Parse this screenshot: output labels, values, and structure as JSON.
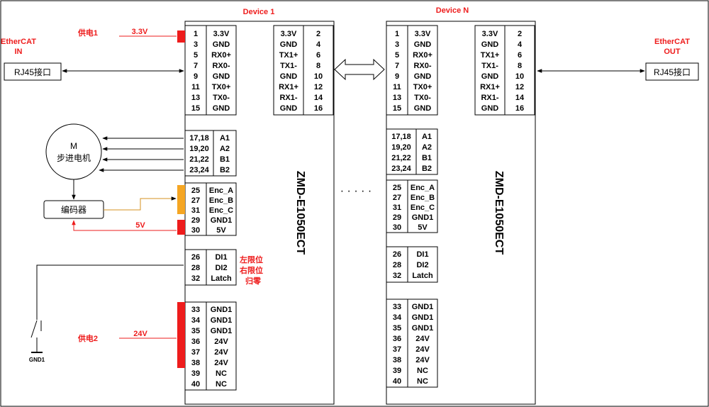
{
  "devices": [
    {
      "title": "Device 1",
      "model": "ZMD-E1050ECT"
    },
    {
      "title": "Device N",
      "model": "ZMD-E1050ECT"
    }
  ],
  "ethercat_in": {
    "line1": "EtherCAT",
    "line2": "IN"
  },
  "ethercat_out": {
    "line1": "EtherCAT",
    "line2": "OUT"
  },
  "rj45_label": "RJ45接口",
  "motor": {
    "letter": "M",
    "name": "步进电机"
  },
  "encoder_label": "编码器",
  "power1": {
    "label": "供电1",
    "voltage": "3.3V"
  },
  "power2": {
    "label": "供电2",
    "voltage": "24V"
  },
  "enc_voltage": "5V",
  "limits": [
    "左限位",
    "右限位",
    "归零"
  ],
  "switch_label": "GND1",
  "ellipsis": "· · · · ·",
  "groups": {
    "comm_left": {
      "nums": [
        "1",
        "3",
        "5",
        "7",
        "9",
        "11",
        "13",
        "15"
      ],
      "names": [
        "3.3V",
        "GND",
        "RX0+",
        "RX0-",
        "GND",
        "TX0+",
        "TX0-",
        "GND"
      ]
    },
    "comm_right": {
      "names": [
        "3.3V",
        "GND",
        "TX1+",
        "TX1-",
        "GND",
        "RX1+",
        "RX1-",
        "GND"
      ],
      "nums": [
        "2",
        "4",
        "6",
        "8",
        "10",
        "12",
        "14",
        "16"
      ]
    },
    "motor": {
      "nums": [
        "17,18",
        "19,20",
        "21,22",
        "23,24"
      ],
      "names": [
        "A1",
        "A2",
        "B1",
        "B2"
      ]
    },
    "encoder": {
      "nums": [
        "25",
        "27",
        "31",
        "29",
        "30"
      ],
      "names": [
        "Enc_A",
        "Enc_B",
        "Enc_C",
        "GND1",
        "5V"
      ]
    },
    "io": {
      "nums": [
        "26",
        "28",
        "32"
      ],
      "names": [
        "DI1",
        "DI2",
        "Latch"
      ]
    },
    "power": {
      "nums": [
        "33",
        "34",
        "35",
        "36",
        "37",
        "38",
        "39",
        "40"
      ],
      "names": [
        "GND1",
        "GND1",
        "GND1",
        "24V",
        "24V",
        "24V",
        "NC",
        "NC"
      ]
    }
  },
  "colors": {
    "red": "#ee1c1c",
    "orange": "#f5a623",
    "wire_orange": "#d4901f",
    "border": "#000000"
  }
}
